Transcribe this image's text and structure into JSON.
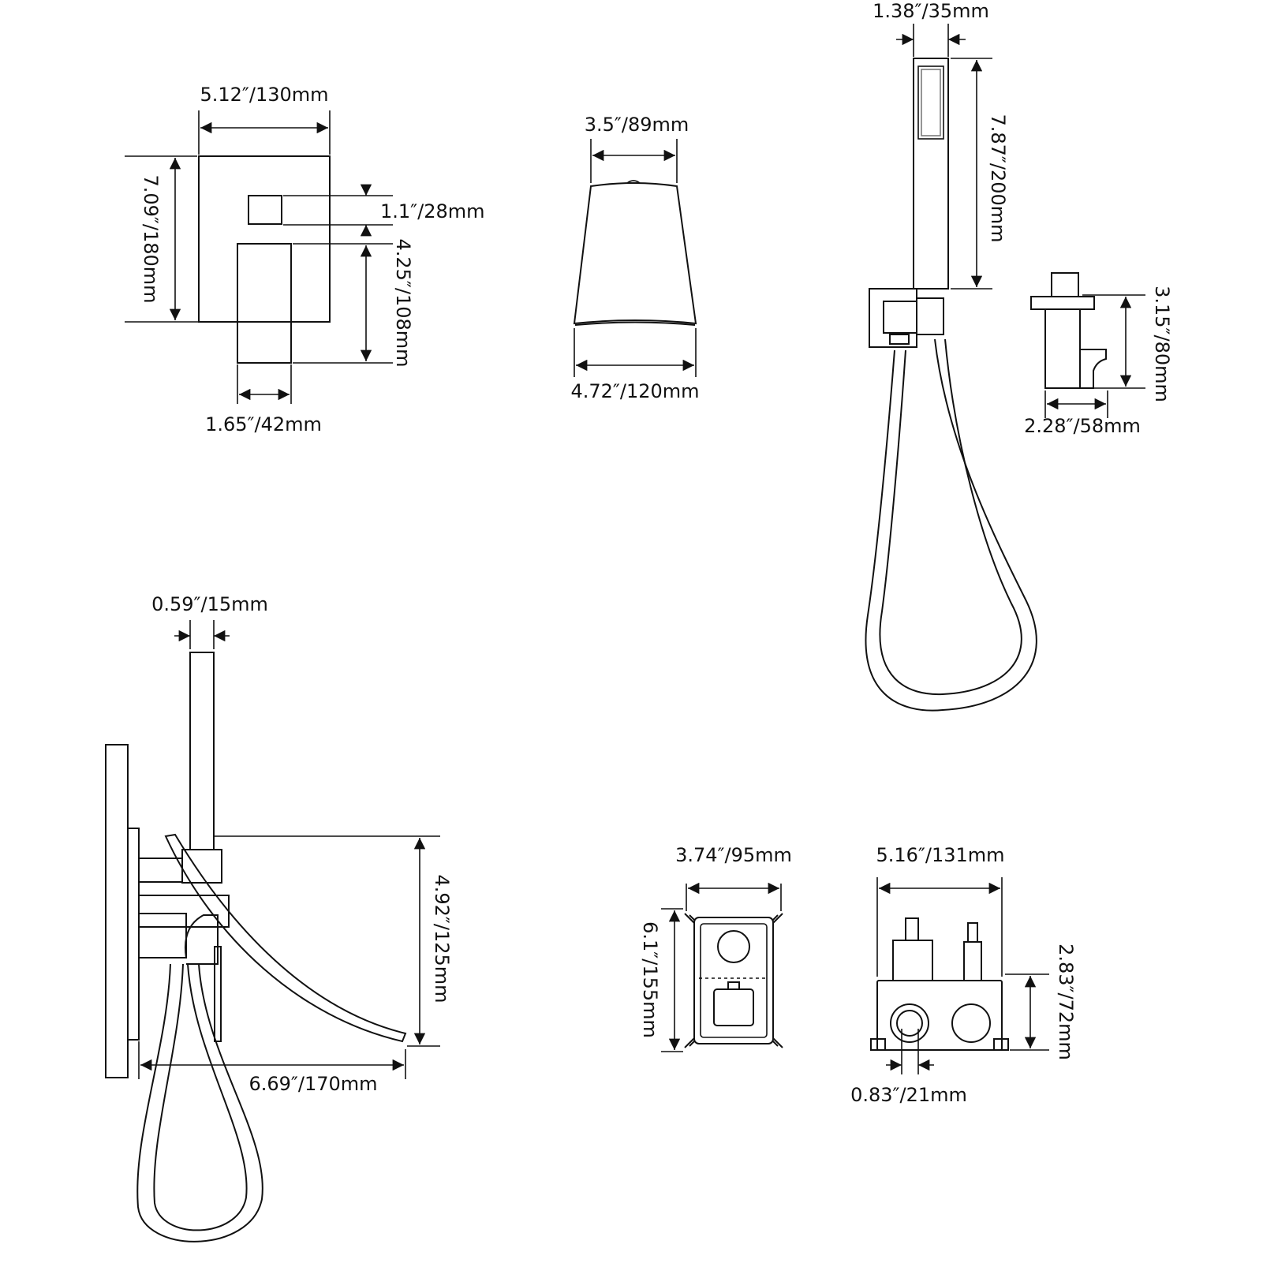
{
  "dimensions": {
    "panel_width": "5.12″/130mm",
    "panel_height": "7.09″/180mm",
    "panel_button": "1.1″/28mm",
    "panel_handle_height": "4.25″/108mm",
    "panel_handle_width": "1.65″/42mm",
    "spout_top": "3.5″/89mm",
    "spout_bottom": "4.72″/120mm",
    "handshower_width": "1.38″/35mm",
    "handshower_length": "7.87″/200mm",
    "holder_height": "3.15″/80mm",
    "holder_width": "2.28″/58mm",
    "side_thickness": "0.59″/15mm",
    "side_height": "4.92″/125mm",
    "side_projection": "6.69″/170mm",
    "valve_width": "3.74″/95mm",
    "valve_height": "6.1″/155mm",
    "valve_side_width": "5.16″/131mm",
    "valve_side_height": "2.83″/72mm",
    "valve_port": "0.83″/21mm"
  }
}
